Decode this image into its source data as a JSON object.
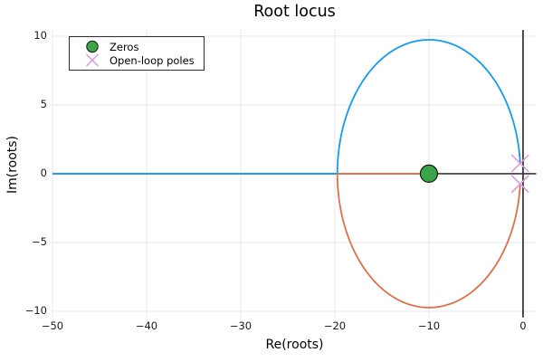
{
  "chart": {
    "title": "Root locus",
    "xlabel": "Re(roots)",
    "ylabel": "Im(roots)"
  },
  "legend": {
    "items": [
      {
        "label": "Zeros",
        "marker": "circle",
        "fill": "#3ba448",
        "stroke": "#161616"
      },
      {
        "label": "Open-loop poles",
        "marker": "xcross",
        "color": "#dc98dc"
      }
    ]
  },
  "chart_data": {
    "type": "line",
    "title": "Root locus",
    "xlabel": "Re(roots)",
    "ylabel": "Im(roots)",
    "xlim": [
      -50,
      1.4
    ],
    "ylim": [
      -10.45,
      10.45
    ],
    "xticks": [
      -50,
      -40,
      -30,
      -20,
      -10,
      0
    ],
    "yticks": [
      -10,
      -5,
      0,
      5,
      10
    ],
    "grid": true,
    "zero_axis_lines": true,
    "legend_position": "top-left",
    "zeros": [
      {
        "re": -10,
        "im": 0
      }
    ],
    "poles": [
      {
        "re": -0.3,
        "im": 0.75
      },
      {
        "re": -0.3,
        "im": -0.75
      }
    ],
    "locus": {
      "circle_center_re": -10,
      "circle_center_im": 0,
      "circle_radius": 9.73,
      "break_in_re": -19.73,
      "real_axis_extent": [
        -50,
        -10
      ]
    },
    "branches": [
      {
        "name": "upper-branch",
        "color": "#129bf4",
        "path": "real axis from -50 to break-in -19.73, then upper half-circle to pole -0.3+0.75i"
      },
      {
        "name": "lower-branch",
        "color": "#e26f4a",
        "path": "real axis from zero -10 to break-in -19.73, then lower half-circle to pole -0.3-0.75i"
      }
    ],
    "markers": {
      "zero": {
        "fill": "#3ba448",
        "stroke": "#161616",
        "radius_px": 9.5
      },
      "pole": {
        "color": "#dc98dc",
        "half_size_px": 9.5
      }
    },
    "colors": {
      "grid": "#e8e8e8",
      "zero_line": "#3a3a3a",
      "background": "#ffffff"
    }
  }
}
